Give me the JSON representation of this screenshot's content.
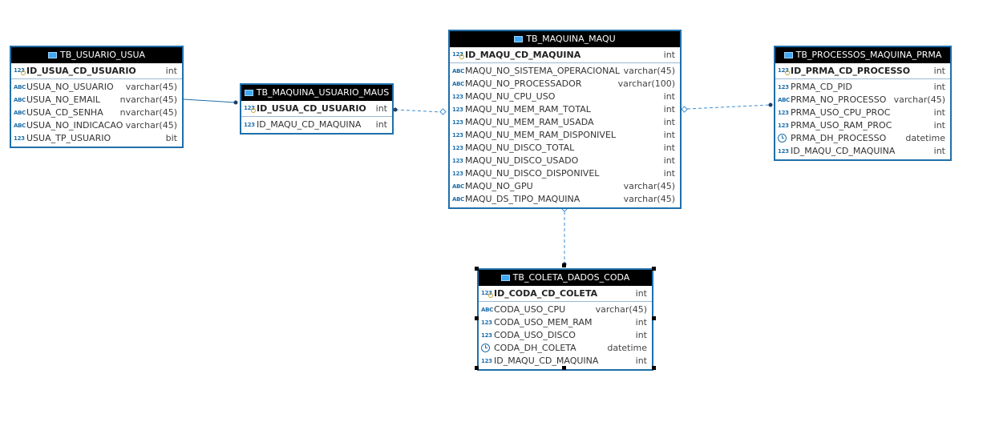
{
  "tables": {
    "usuario": {
      "title": "TB_USUARIO_USUA",
      "pk": {
        "name": "ID_USUA_CD_USUARIO",
        "type": "int",
        "icon": "123"
      },
      "cols": [
        {
          "name": "USUA_NO_USUARIO",
          "type": "varchar(45)",
          "icon": "ABC"
        },
        {
          "name": "USUA_NO_EMAIL",
          "type": "nvarchar(45)",
          "icon": "ABC"
        },
        {
          "name": "USUA_CD_SENHA",
          "type": "nvarchar(45)",
          "icon": "ABC"
        },
        {
          "name": "USUA_NO_INDICACAO",
          "type": "varchar(45)",
          "icon": "ABC"
        },
        {
          "name": "USUA_TP_USUARIO",
          "type": "bit",
          "icon": "123"
        }
      ]
    },
    "maquina_usuario": {
      "title": "TB_MAQUINA_USUARIO_MAUS",
      "pk": {
        "name": "ID_USUA_CD_USUARIO",
        "type": "int",
        "icon": "123"
      },
      "cols": [
        {
          "name": "ID_MAQU_CD_MAQUINA",
          "type": "int",
          "icon": "123"
        }
      ]
    },
    "maquina": {
      "title": "TB_MAQUINA_MAQU",
      "pk": {
        "name": "ID_MAQU_CD_MAQUINA",
        "type": "int",
        "icon": "123"
      },
      "cols": [
        {
          "name": "MAQU_NO_SISTEMA_OPERACIONAL",
          "type": "varchar(45)",
          "icon": "ABC"
        },
        {
          "name": "MAQU_NO_PROCESSADOR",
          "type": "varchar(100)",
          "icon": "ABC"
        },
        {
          "name": "MAQU_NU_CPU_USO",
          "type": "int",
          "icon": "123"
        },
        {
          "name": "MAQU_NU_MEM_RAM_TOTAL",
          "type": "int",
          "icon": "123"
        },
        {
          "name": "MAQU_NU_MEM_RAM_USADA",
          "type": "int",
          "icon": "123"
        },
        {
          "name": "MAQU_NU_MEM_RAM_DISPONIVEL",
          "type": "int",
          "icon": "123"
        },
        {
          "name": "MAQU_NU_DISCO_TOTAL",
          "type": "int",
          "icon": "123"
        },
        {
          "name": "MAQU_NU_DISCO_USADO",
          "type": "int",
          "icon": "123"
        },
        {
          "name": "MAQU_NU_DISCO_DISPONIVEL",
          "type": "int",
          "icon": "123"
        },
        {
          "name": "MAQU_NO_GPU",
          "type": "varchar(45)",
          "icon": "ABC"
        },
        {
          "name": "MAQU_DS_TIPO_MAQUINA",
          "type": "varchar(45)",
          "icon": "ABC"
        }
      ]
    },
    "processos": {
      "title": "TB_PROCESSOS_MAQUINA_PRMA",
      "pk": {
        "name": "ID_PRMA_CD_PROCESSO",
        "type": "int",
        "icon": "123"
      },
      "cols": [
        {
          "name": "PRMA_CD_PID",
          "type": "int",
          "icon": "123"
        },
        {
          "name": "PRMA_NO_PROCESSO",
          "type": "varchar(45)",
          "icon": "ABC"
        },
        {
          "name": "PRMA_USO_CPU_PROC",
          "type": "int",
          "icon": "123"
        },
        {
          "name": "PRMA_USO_RAM_PROC",
          "type": "int",
          "icon": "123"
        },
        {
          "name": "PRMA_DH_PROCESSO",
          "type": "datetime",
          "icon": "clock"
        },
        {
          "name": "ID_MAQU_CD_MAQUINA",
          "type": "int",
          "icon": "123"
        }
      ]
    },
    "coleta": {
      "title": "TB_COLETA_DADOS_CODA",
      "pk": {
        "name": "ID_CODA_CD_COLETA",
        "type": "int",
        "icon": "123"
      },
      "cols": [
        {
          "name": "CODA_USO_CPU",
          "type": "varchar(45)",
          "icon": "ABC"
        },
        {
          "name": "CODA_USO_MEM_RAM",
          "type": "int",
          "icon": "123"
        },
        {
          "name": "CODA_USO_DISCO",
          "type": "int",
          "icon": "123"
        },
        {
          "name": "CODA_DH_COLETA",
          "type": "datetime",
          "icon": "clock"
        },
        {
          "name": "ID_MAQU_CD_MAQUINA",
          "type": "int",
          "icon": "123"
        }
      ]
    }
  },
  "colors": {
    "border": "#1f6faa",
    "header_bg": "#000000",
    "link": "#3b8fd6"
  }
}
